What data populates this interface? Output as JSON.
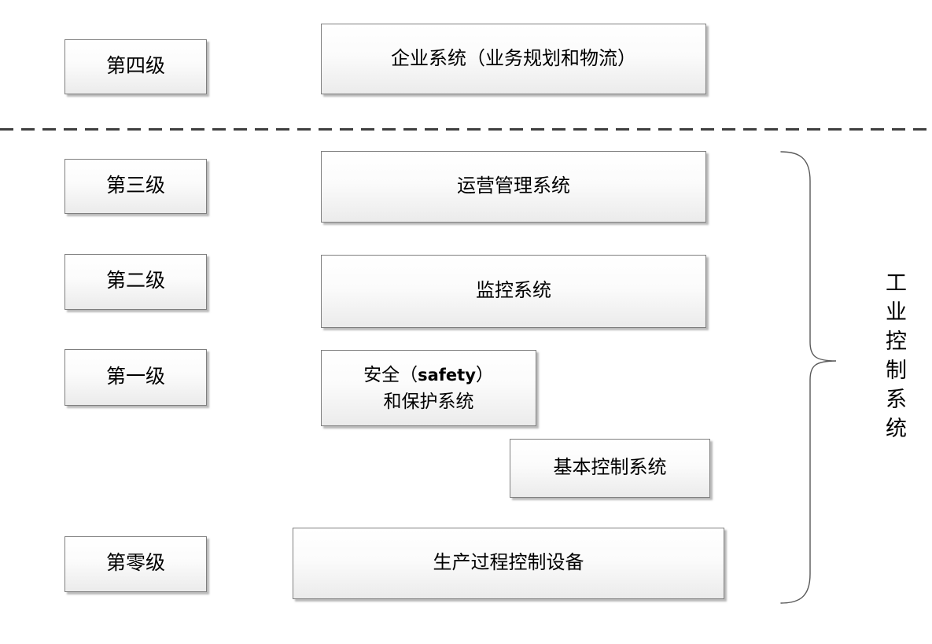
{
  "page": {
    "background_color": "#ffffff",
    "text_color": "#000000"
  },
  "separator": {
    "type": "horizontal-dashed-line",
    "color": "#3f3f3f",
    "meaning": "divides enterprise level from industrial control system levels"
  },
  "box_style": {
    "border_color": "#7f7f7f",
    "fill_top": "#ffffff",
    "fill_bottom": "#ebebeb",
    "shadow_color": "#a9a9a9"
  },
  "levels": [
    {
      "label": "第四级"
    },
    {
      "label": "第三级"
    },
    {
      "label": "第二级"
    },
    {
      "label": "第一级"
    },
    {
      "label": "第零级"
    }
  ],
  "systems": [
    {
      "id": "enterprise",
      "label": "企业系统（业务规划和物流）"
    },
    {
      "id": "operations-management",
      "label": "运营管理系统"
    },
    {
      "id": "supervisory",
      "label": "监控系统"
    },
    {
      "id": "safety-protection",
      "label_line1_prefix": "安全（",
      "label_line1_en": "safety",
      "label_line1_suffix": "）",
      "label_line2": "和保护系统"
    },
    {
      "id": "basic-control",
      "label": "基本控制系统"
    },
    {
      "id": "process-control-equipment",
      "label": "生产过程控制设备"
    }
  ],
  "brace": {
    "label": "工业控制系统",
    "stroke_color": "#595959"
  }
}
